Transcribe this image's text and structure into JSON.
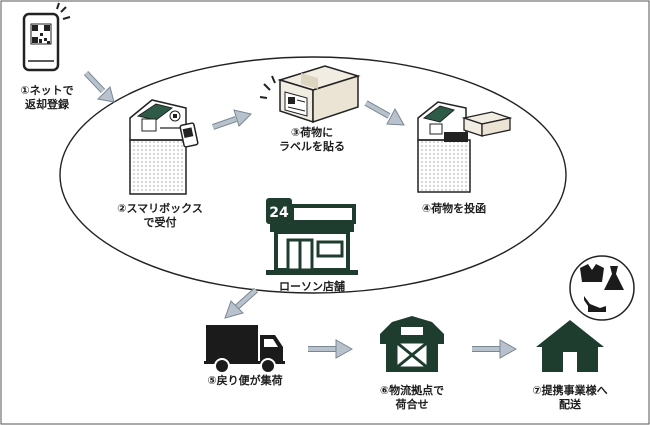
{
  "steps": {
    "s1": {
      "line1": "①ネットで",
      "line2": "返却登録"
    },
    "s2": {
      "line1": "②スマリボックス",
      "line2": "で受付"
    },
    "s3": {
      "line1": "③荷物に",
      "line2": "ラベルを貼る"
    },
    "s4": {
      "line1": "④荷物を投函"
    },
    "s5": {
      "line1": "⑤戻り便が集荷"
    },
    "s6": {
      "line1": "⑥物流拠点で",
      "line2": "荷合せ"
    },
    "s7": {
      "line1": "⑦提携事業様へ",
      "line2": "配送"
    }
  },
  "store": {
    "label": "ローソン店舗",
    "sign_number": "24"
  },
  "colors": {
    "line": "#222222",
    "arrow_fill": "#b8c2cc",
    "arrow_stroke": "#7b8793",
    "dark_green": "#1f3d2f",
    "machine_green": "#2e5b47",
    "box_tan": "#f2ede2",
    "dots": "#9a9a9a"
  }
}
